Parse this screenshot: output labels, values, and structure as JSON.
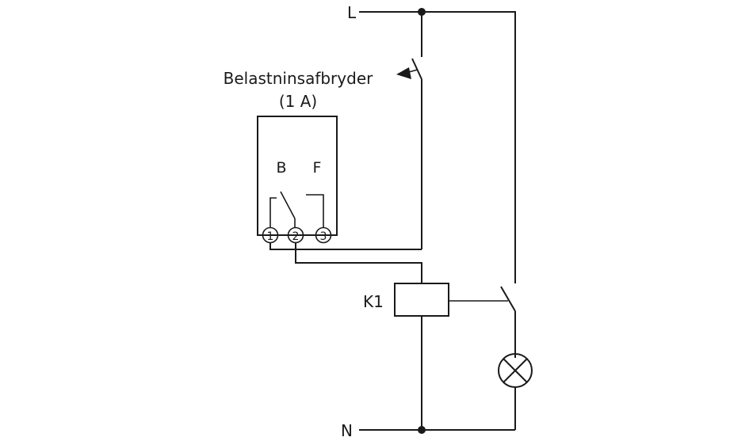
{
  "supply": {
    "line_label": "L",
    "neutral_label": "N"
  },
  "load_breaker": {
    "title": "Belastninsafbryder",
    "rating": "(1 A)",
    "contact_b": "B",
    "contact_f": "F",
    "terminals": [
      "1",
      "2",
      "3"
    ]
  },
  "relay": {
    "label": "K1"
  },
  "colors": {
    "stroke": "#1a1a1a",
    "background": "#ffffff"
  }
}
